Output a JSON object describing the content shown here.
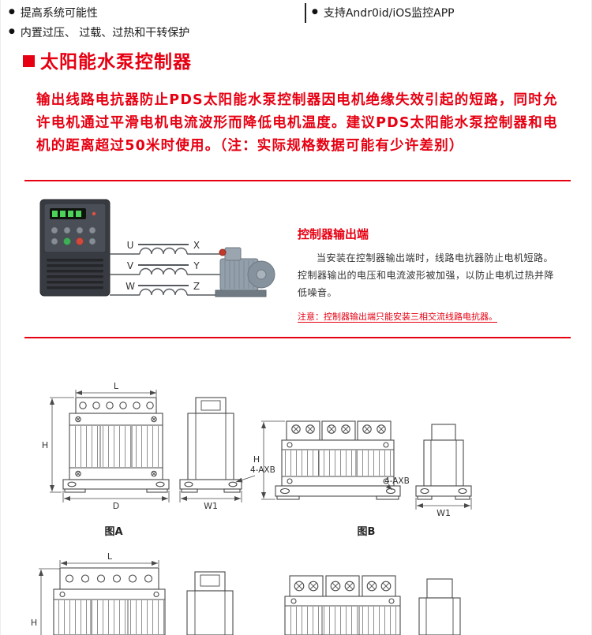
{
  "colors": {
    "accent_red": "#e60012",
    "drawing_line": "#4a4a4a",
    "text_dark": "#1a1a1a"
  },
  "header": {
    "bullets_left": [
      "提高系统可能性",
      "内置过压、 过载、过热和干转保护"
    ],
    "bullets_right": [
      "支持Andr0id/iOS监控APP"
    ]
  },
  "section": {
    "title": "太阳能水泵控制器",
    "paragraph": "输出线路电抗器防止PDS太阳能水泵控制器因电机绝缘失效引起的短路，同时允许电机通过平滑电机电流波形而降低电机温度。建议PDS太阳能水泵控制器和电机的距离超过50米时使用。（注：实际规格数据可能有少许差别）"
  },
  "output_panel": {
    "title": "控制器输出端",
    "body": "当安装在控制器输出端时，线路电抗器防止电机短路。控制器输出的电压和电流波形被加强，以防止电机过热并降低噪音。",
    "note": "注意：控制器输出端只能安装三相交流线路电抗器。",
    "phases_in": [
      "U",
      "V",
      "W"
    ],
    "phases_out": [
      "X",
      "Y",
      "Z"
    ]
  },
  "drawings": {
    "fig_a_label": "图A",
    "fig_b_label": "图B",
    "dim_length": "L",
    "dim_height": "H",
    "dim_depth": "D",
    "dim_width1": "W1",
    "mounting_hole": "4-AXB"
  }
}
